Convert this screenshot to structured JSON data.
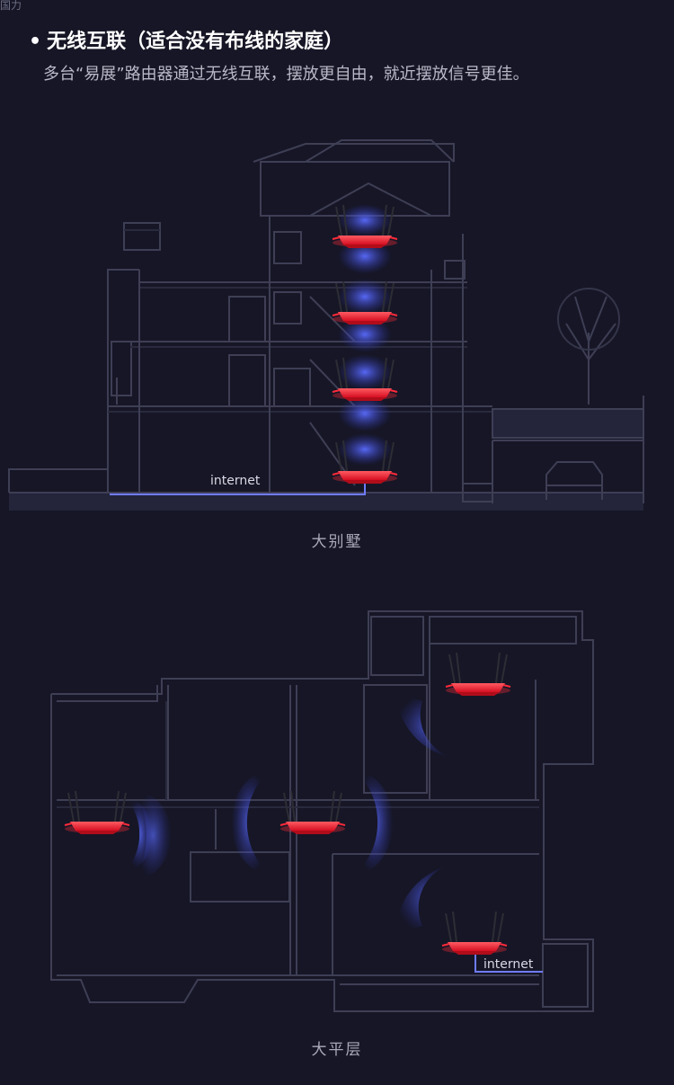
{
  "corner_text": "国力",
  "section": {
    "bullet": "•",
    "title": "无线互联（适合没有布线的家庭）",
    "subtitle": "多台“易展”路由器通过无线互联，摆放更自由，就近摆放信号更佳。"
  },
  "villa": {
    "internet_label": "internet",
    "caption": "大别墅"
  },
  "flat": {
    "internet_label": "internet",
    "caption": "大平层"
  },
  "colors": {
    "background": "#161626",
    "router_red": "#ff2a3a",
    "signal_blue": "#4a5cff",
    "wire": "#6f7cff",
    "line": "#3b3b52"
  }
}
